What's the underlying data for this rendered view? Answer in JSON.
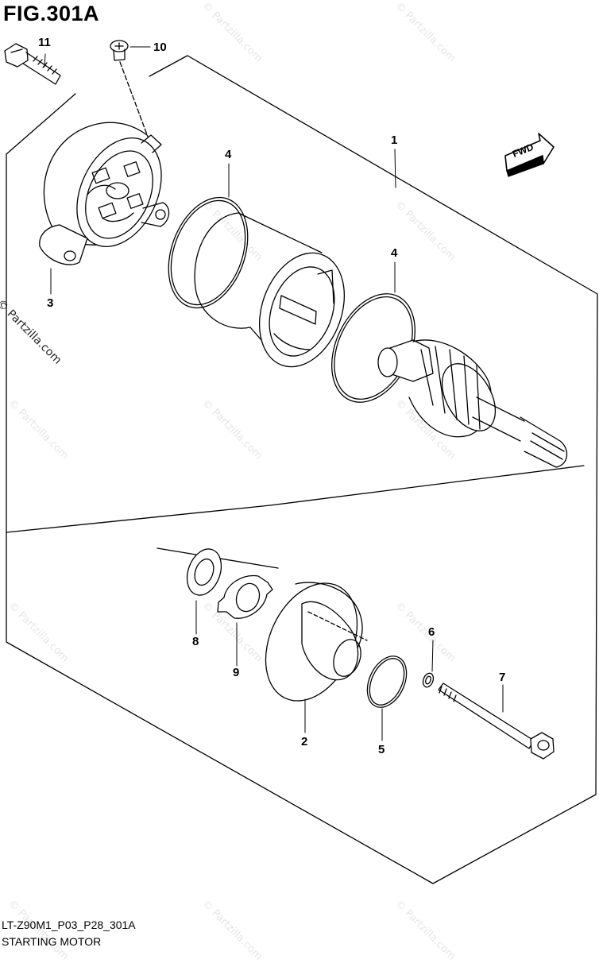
{
  "figure": {
    "title": "FIG.301A"
  },
  "callouts": {
    "c1": "1",
    "c2": "2",
    "c3": "3",
    "c4a": "4",
    "c4b": "4",
    "c5": "5",
    "c6": "6",
    "c7": "7",
    "c8": "8",
    "c9": "9",
    "c10": "10",
    "c11": "11"
  },
  "fwd_label": "FWD",
  "watermark": "© Partzilla.com",
  "footer": {
    "code": "LT-Z90M1_P03_P28_301A",
    "caption": "STARTING MOTOR"
  }
}
